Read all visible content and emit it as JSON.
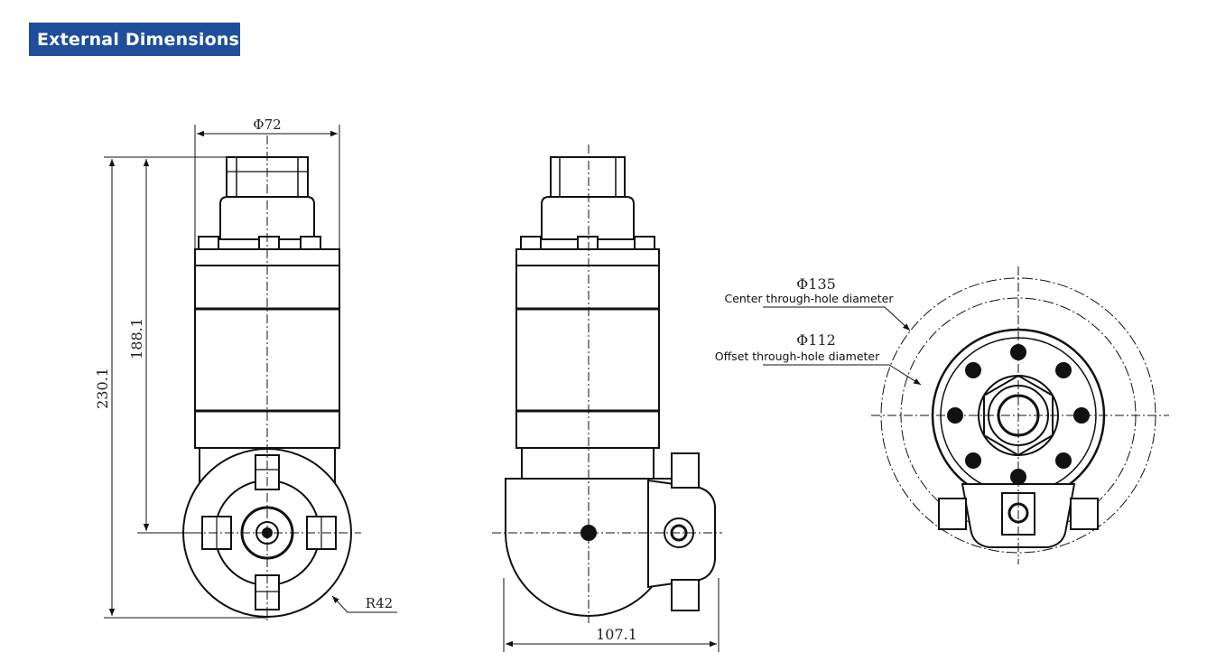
{
  "header": {
    "title": "External Dimensions"
  },
  "front_view": {
    "dim_diameter": "Φ72",
    "dim_total_height": "230.1",
    "dim_body_height": "188.1",
    "dim_radius": "R42"
  },
  "side_view": {
    "dim_width": "107.1"
  },
  "bottom_view": {
    "outer_diameter": "Φ135",
    "outer_label": "Center through-hole diameter",
    "inner_diameter": "Φ112",
    "inner_label": "Offset through-hole diameter"
  },
  "colors": {
    "header_bg": "#1f4e9c",
    "header_text": "#ffffff",
    "line": "#111111"
  }
}
